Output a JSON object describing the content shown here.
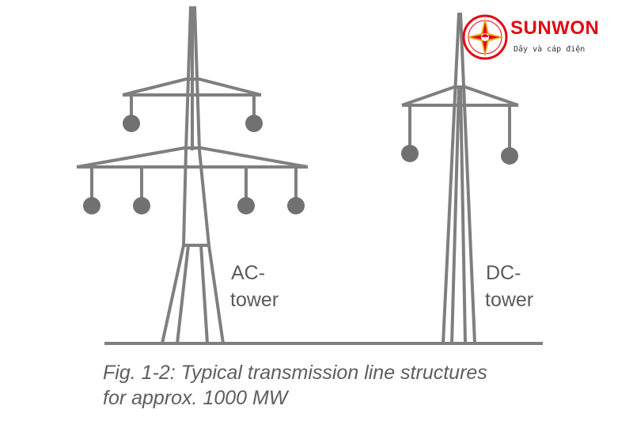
{
  "logo": {
    "name": "SUNWON",
    "tagline": "Dây và cáp điện",
    "brand_color": "#e30613",
    "accent_color": "#f5a623",
    "icon": "sunwon-emblem-icon"
  },
  "towers": {
    "ac": {
      "label_line_1": "AC-",
      "label_line_2": "tower"
    },
    "dc": {
      "label_line_1": "DC-",
      "label_line_2": "tower"
    }
  },
  "caption": {
    "line_1": "Fig. 1-2: Typical transmission line structures",
    "line_2": "for approx. 1000 MW"
  },
  "colors": {
    "structure": "#7f7f7f",
    "insulator": "#717171",
    "text": "#5e5e5e"
  }
}
